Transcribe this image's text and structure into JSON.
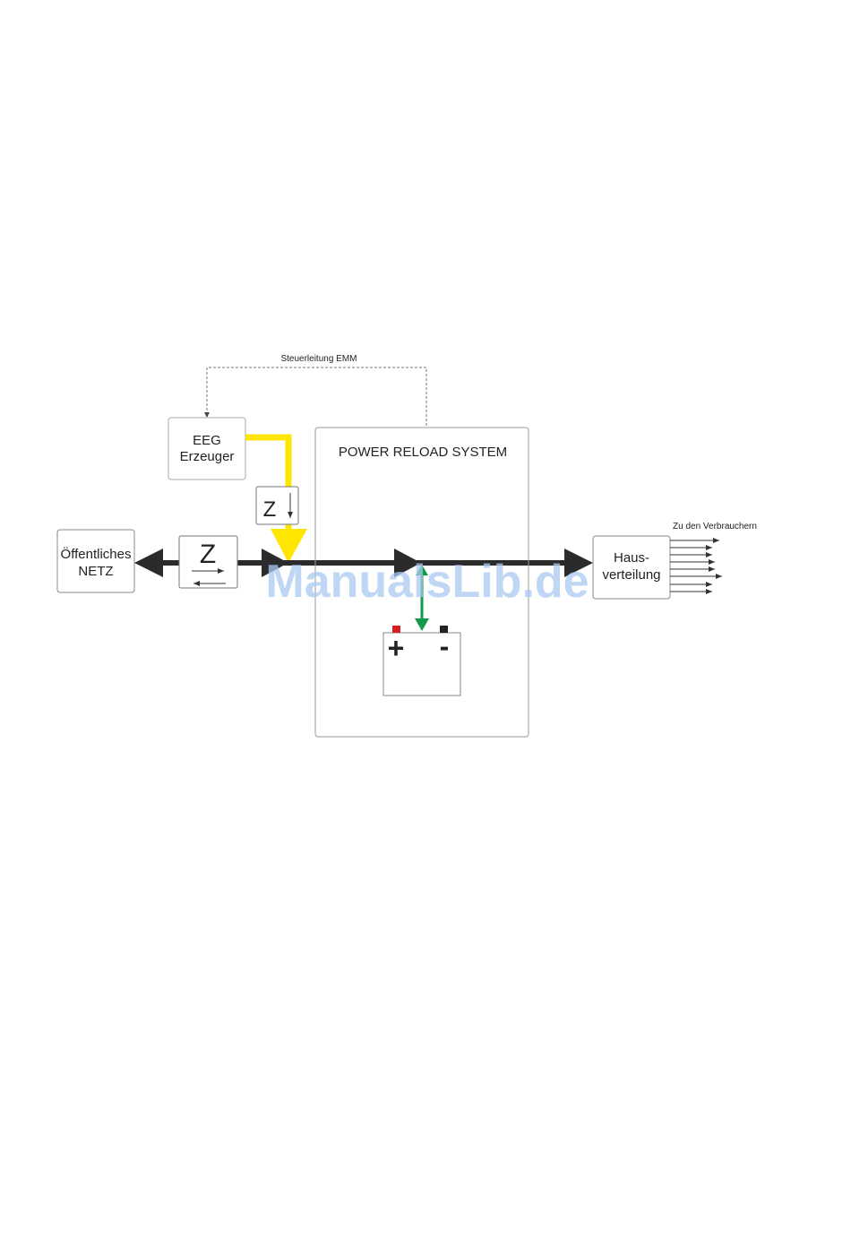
{
  "control_line": {
    "label": "Steuerleitung EMM"
  },
  "eeg": {
    "line1": "EEG",
    "line2": "Erzeuger"
  },
  "meter_eeg": {
    "letter": "Z"
  },
  "meter_grid": {
    "letter": "Z"
  },
  "grid": {
    "line1": "Öffentliches",
    "line2": "NETZ"
  },
  "system": {
    "title": "POWER RELOAD SYSTEM"
  },
  "battery": {
    "plus": "+",
    "minus": "-"
  },
  "house": {
    "line1": "Haus-",
    "line2": "verteilung"
  },
  "consumers": {
    "label": "Zu den Verbrauchern"
  },
  "watermark": "ManualsLib.de",
  "colors": {
    "main_flow": "#2b2b2b",
    "eeg_flow": "#ffe600",
    "battery_flow": "#119a48",
    "battery_plus_terminal": "#d42020",
    "battery_minus_terminal": "#222222",
    "box_border": "#9a9a9a",
    "watermark": "#a9c8f0"
  }
}
